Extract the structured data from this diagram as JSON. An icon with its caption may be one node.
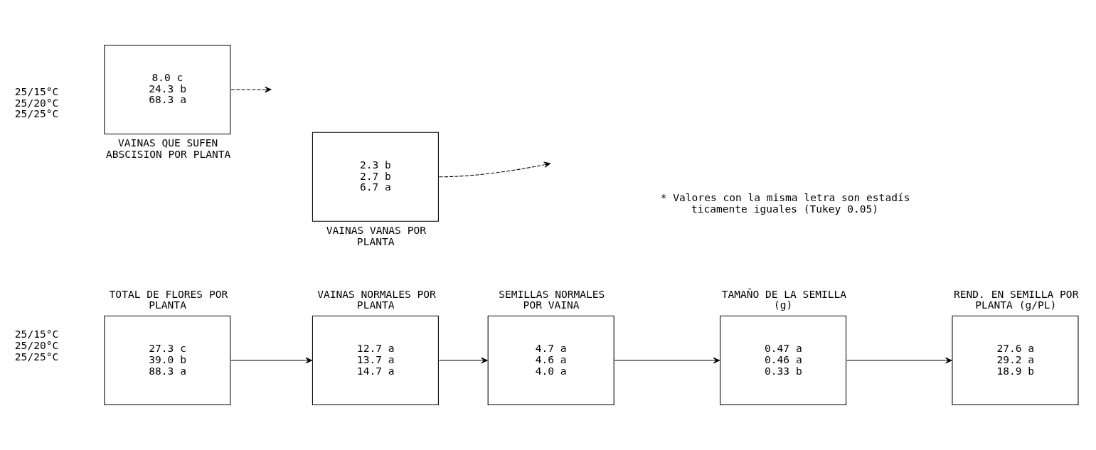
{
  "diagram": {
    "nodes": [
      {
        "text": [
          "TOTAL DE FLORES POR PLANTA",
          "27.3 c",
          "39.0 b",
          "88.3 a"
        ]
      },
      {
        "text": [
          "VAINAS NORMALES POR PLANTA",
          "12.7 a",
          "13.7 a",
          "14.7 a"
        ]
      },
      {
        "text": [
          "SEMILLAS NORMALES POR VAINA",
          "4.7 a",
          "4.6 a",
          "4.0 a"
        ]
      },
      {
        "text": [
          "TAMAÑO DE LA SEMILLA (g)",
          "0.47 a",
          "0.46 a",
          "0.33 b"
        ]
      },
      {
        "text": [
          "REND. EN SEMILLA POR PLANTA (g/PL)",
          "27.6 a",
          "29.2 a",
          "18.9 b"
        ]
      },
      {
        "text": [
          "8.0 c",
          "24.3 b",
          "68.3 a",
          "VAINAS QUE SUFEN ABSCISION POR PLANTA"
        ]
      },
      {
        "text": [
          "2.3 b",
          "2.7 b",
          "6.7 a",
          "VAINAS VANAS POR PLANTA"
        ]
      }
    ],
    "edges": [
      {
        "from": 0,
        "to": 1,
        "arrow": "to"
      },
      {
        "from": 1,
        "to": 2,
        "arrow": "to"
      },
      {
        "from": 2,
        "to": 3,
        "arrow": "to"
      },
      {
        "from": 3,
        "to": 4,
        "arrow": "to"
      },
      {
        "from": 5,
        "to": null,
        "arrow": "to",
        "style": "dashed"
      },
      {
        "from": 6,
        "to": null,
        "arrow": "to",
        "style": "dashed"
      }
    ],
    "labels": [
      "25/15°C",
      "25/20°C",
      "25/25°C",
      "25/15°C",
      "25/20°C",
      "25/25°C",
      "* Valores con la misma letra son estadís ticamente iguales (Tukey 0.05)"
    ]
  }
}
